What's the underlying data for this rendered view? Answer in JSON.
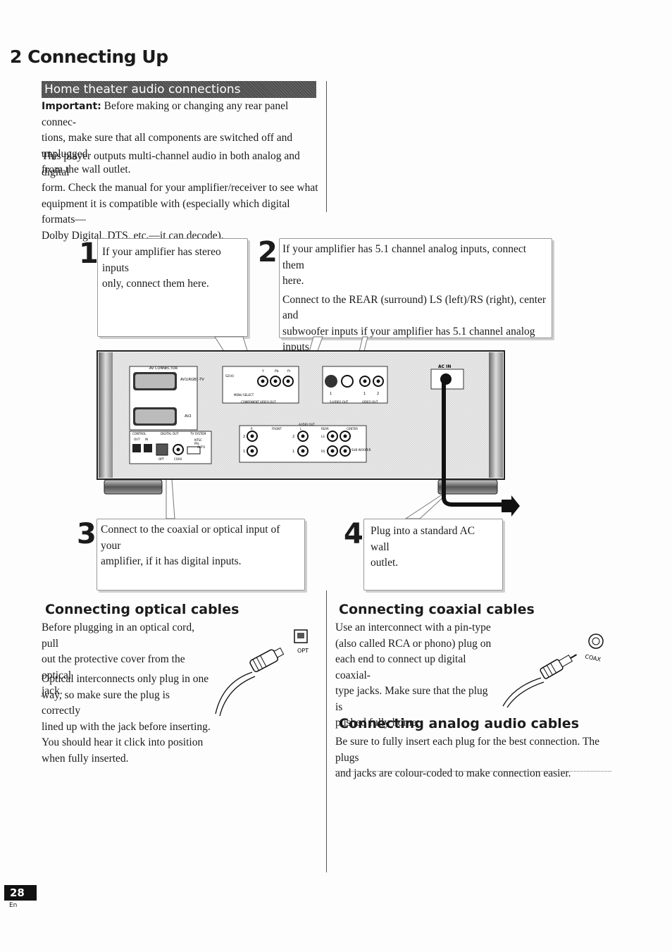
{
  "page": {
    "chapter_title": "2 Connecting Up",
    "section_title": "Home theater audio connections",
    "page_number": "28",
    "language": "En"
  },
  "intro": {
    "important_label": "Important:",
    "important_lines": [
      "Before making or changing any rear panel connec-",
      "tions, make sure that all components are switched off and unplugged",
      "from the wall outlet."
    ],
    "para2_lines": [
      "This player outputs multi-channel audio in both analog and digital",
      "form. Check the manual for your amplifier/receiver to see what",
      "equipment it is compatible with (especially which digital formats—",
      "Dolby Digital, DTS, etc.—it can decode)."
    ]
  },
  "steps": [
    {
      "num": "1",
      "lines": [
        "If your amplifier has stereo inputs",
        "only, connect them here."
      ]
    },
    {
      "num": "2",
      "lines": [
        "If your amplifier has 5.1 channel analog inputs, connect them",
        "here."
      ],
      "lines2": [
        "Connect to the REAR (surround) LS (left)/RS (right), center and",
        "subwoofer inputs if your amplifier has 5.1 channel analog inputs."
      ]
    },
    {
      "num": "3",
      "lines": [
        "Connect to the coaxial or optical input of your",
        "amplifier, if it has digital inputs."
      ]
    },
    {
      "num": "4",
      "lines": [
        "Plug into a standard AC wall",
        "outlet."
      ]
    }
  ],
  "panel_labels": {
    "av_connector": "AV CONNECTOR",
    "av1": "AV1(RGB) -TV",
    "av2": "AV2",
    "s2": "S2(4)",
    "y": "Y",
    "pb": "Pb",
    "pr": "Pr",
    "menu_select": "MENU SELECT",
    "component_video_out": "COMPONENT VIDEO OUT",
    "s_video_out": "S-VIDEO OUT",
    "video_out": "VIDEO OUT",
    "one": "1",
    "two": "2",
    "ac_in": "AC IN",
    "control": "CONTROL",
    "out": "OUT",
    "in": "IN",
    "digital_out": "DIGITAL OUT",
    "opt": "OPT",
    "coax": "COAX",
    "tv_system": "TV SYSTEM",
    "ntsc": "NTSC",
    "pal": "PAL",
    "auto": "AUTO",
    "audio_out": "AUDIO OUT",
    "r": "R",
    "front": "FRONT",
    "l": "L",
    "rear": "REAR",
    "center": "CENTER",
    "ls": "LS",
    "rs": "RS",
    "sub_woofer": "SUB WOOFER"
  },
  "optical": {
    "heading": "Connecting optical cables",
    "para1_lines": [
      "Before plugging in an optical cord, pull",
      "out the protective cover from the optical",
      "jack."
    ],
    "para2_lines": [
      "Optical interconnects only plug in one",
      "way, so make sure the plug is correctly",
      "lined up with the jack before inserting.",
      "You should hear it click into position",
      "when fully inserted."
    ],
    "jack_label": "OPT"
  },
  "coaxial": {
    "heading": "Connecting coaxial cables",
    "para_lines": [
      "Use an interconnect with a pin-type",
      "(also called RCA or phono) plug on",
      "each end to connect up digital coaxial-",
      "type jacks. Make sure that the plug is",
      "pushed fully home."
    ],
    "jack_label": "COAX"
  },
  "analog": {
    "heading": "Connecting analog audio cables",
    "para_lines": [
      "Be sure to fully insert each plug for the best connection. The plugs",
      "and jacks are colour-coded to make connection easier."
    ]
  },
  "icons": [
    "scart-connector-icon",
    "rca-jack-icon",
    "s-video-jack-icon",
    "ac-inlet-icon",
    "arrow-right-icon",
    "optical-plug-icon",
    "coax-plug-icon"
  ]
}
